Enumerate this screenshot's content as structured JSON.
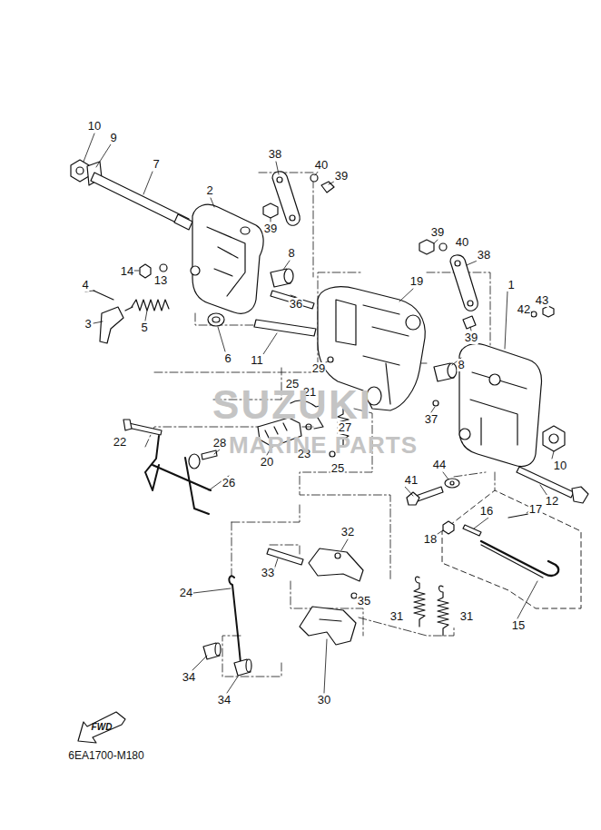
{
  "diagram": {
    "labels": [
      "10",
      "9",
      "7",
      "2",
      "38",
      "40",
      "39",
      "39",
      "8",
      "14",
      "13",
      "4",
      "3",
      "5",
      "6",
      "11",
      "36",
      "19",
      "39",
      "40",
      "38",
      "39",
      "1",
      "43",
      "42",
      "8",
      "29",
      "25",
      "21",
      "37",
      "27",
      "22",
      "28",
      "23",
      "25",
      "20",
      "26",
      "44",
      "10",
      "41",
      "12",
      "16",
      "17",
      "18",
      "32",
      "33",
      "35",
      "31",
      "31",
      "15",
      "24",
      "34",
      "34",
      "30",
      "FWD",
      "6EA1700-M180",
      "SUZUKI",
      "MARINE PARTS"
    ]
  }
}
